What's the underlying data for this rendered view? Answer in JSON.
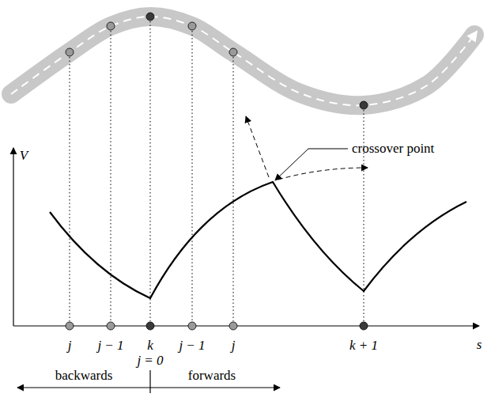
{
  "diagram": {
    "labels": [
      "V",
      "s",
      "j",
      "j − 1",
      "k",
      "j − 1",
      "j",
      "k + 1",
      "j = 0",
      "backwards",
      "forwards",
      "crossover point"
    ]
  }
}
